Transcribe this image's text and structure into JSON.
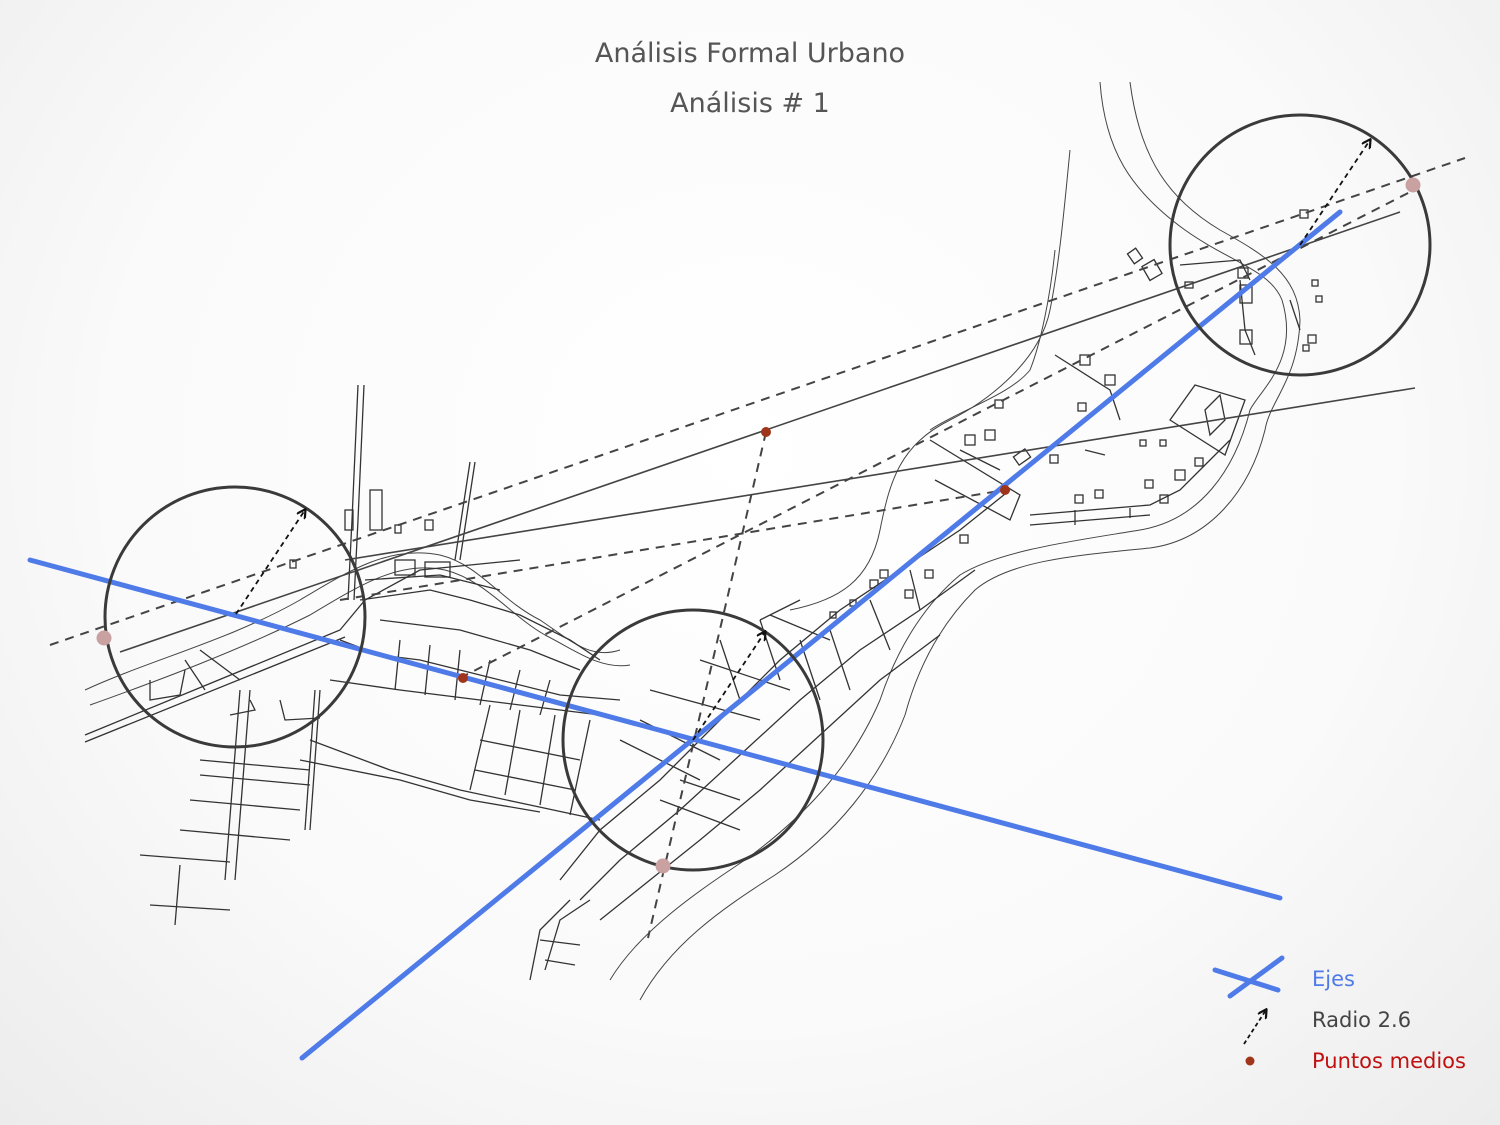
{
  "header": {
    "title": "Análisis Formal Urbano",
    "subtitle": "Análisis # 1"
  },
  "legend": {
    "items": [
      {
        "label": "Ejes",
        "color": "#4f7be8",
        "icon": "axes-cross-icon"
      },
      {
        "label": "Radio 2.6",
        "color": "#444444",
        "icon": "dashed-arrow-icon"
      },
      {
        "label": "Puntos medios",
        "color": "#c01010",
        "icon": "midpoint-dot-icon"
      }
    ]
  },
  "colors": {
    "axis": "#4f7be8",
    "circle": "#3a3a3a",
    "midpoint": "#a0351c",
    "circle_point": "#c9a1a1",
    "map_lines": "#333333"
  }
}
